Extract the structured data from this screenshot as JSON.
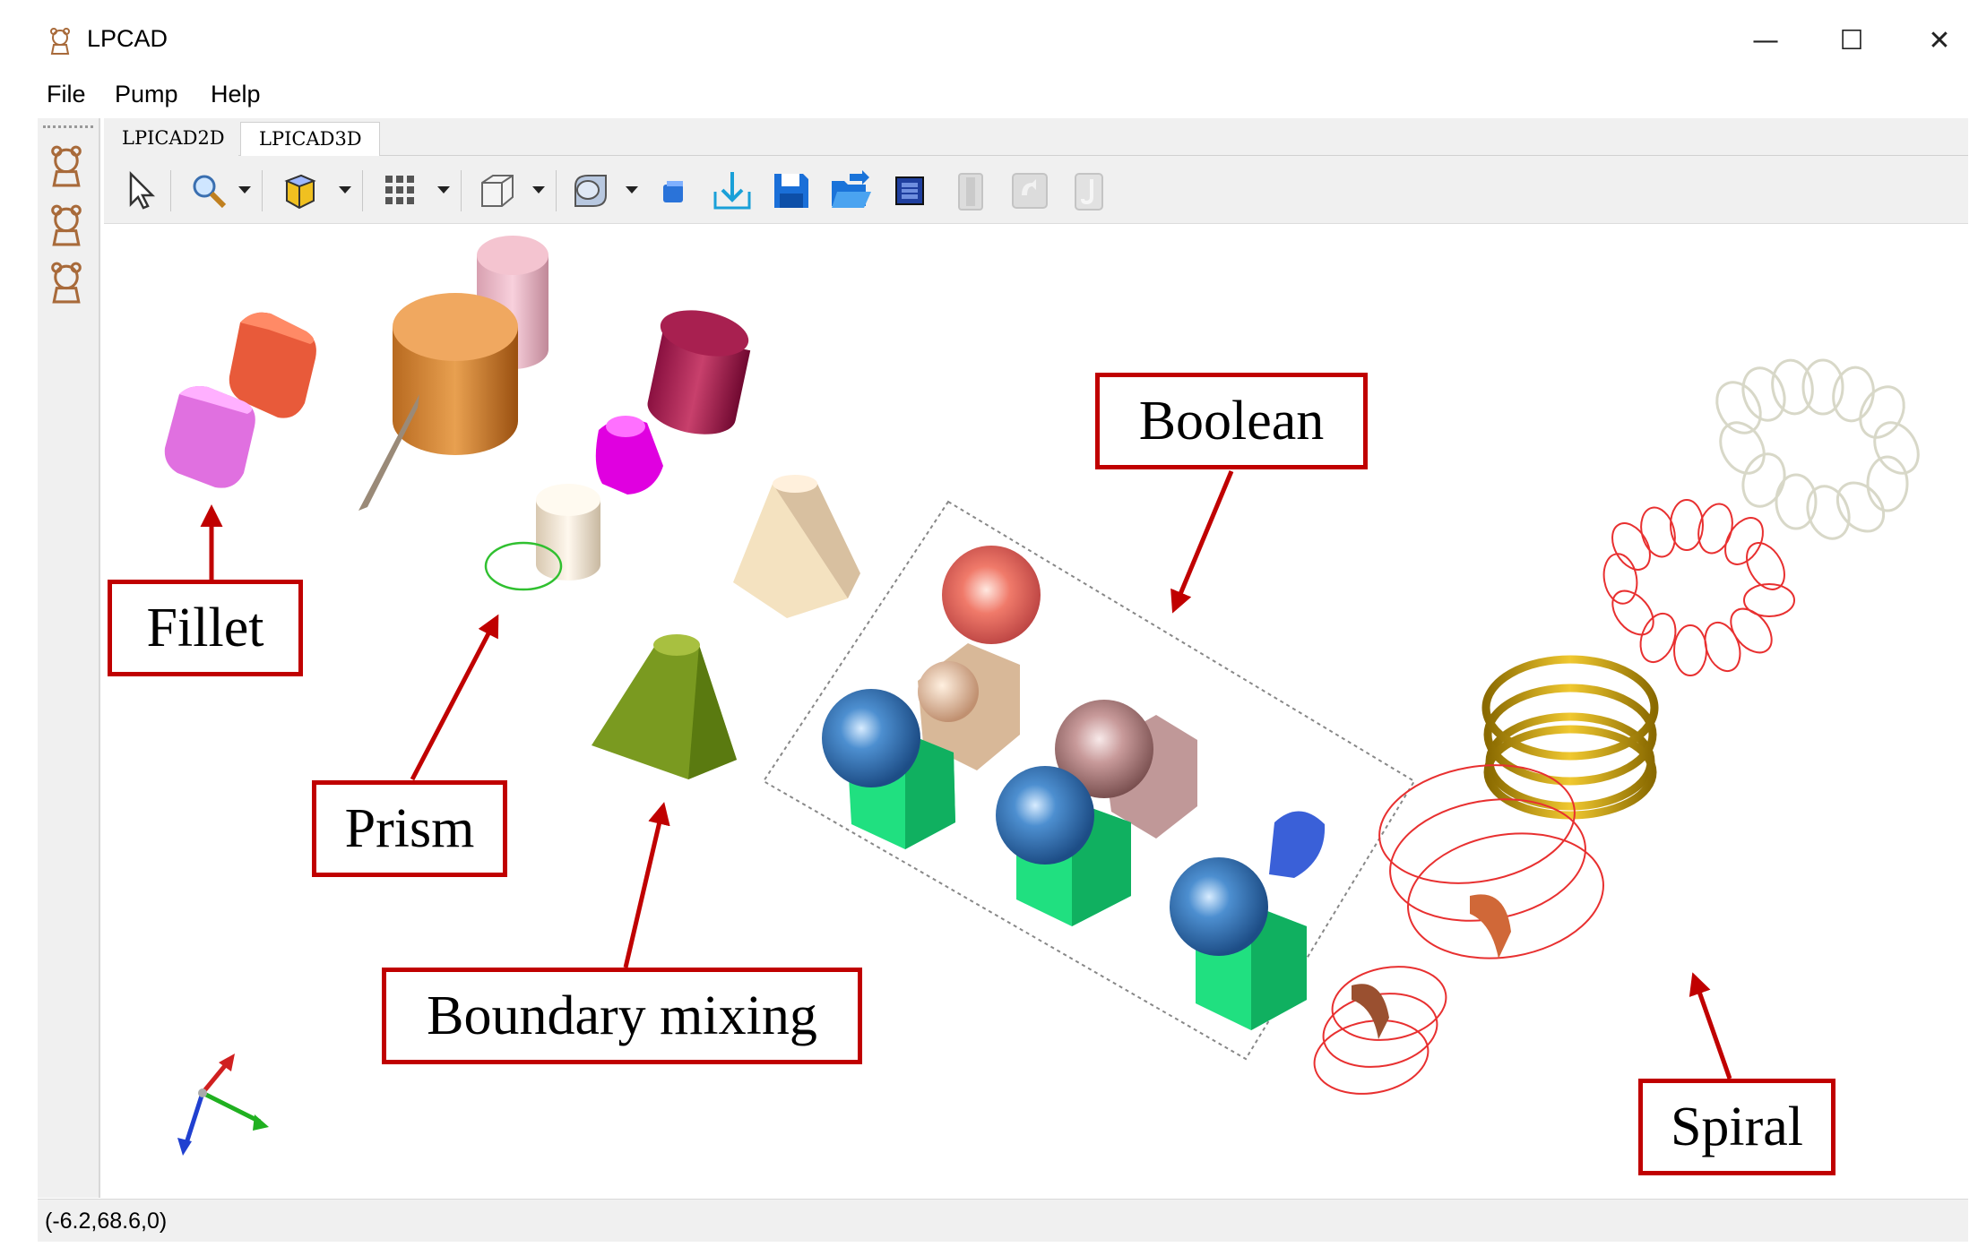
{
  "window": {
    "title": "LPCAD",
    "icon": "bear-app-icon",
    "controls": [
      "minimize",
      "maximize",
      "close"
    ]
  },
  "menu": {
    "items": [
      {
        "label": "File"
      },
      {
        "label": "Pump"
      },
      {
        "label": "Help"
      }
    ]
  },
  "tabs": [
    {
      "label": "LPICAD2D",
      "active": false
    },
    {
      "label": "LPICAD3D",
      "active": true
    }
  ],
  "toolbar": {
    "tools": [
      "select-cursor-icon",
      "zoom-icon",
      "shade-mode-icon",
      "grid-icon",
      "view-cube-icon",
      "shape-icon",
      "small-box-icon",
      "import-icon",
      "save-icon",
      "open-folder-icon",
      "fit-window-icon",
      "disabled-tool-1-icon",
      "disabled-tool-2-icon",
      "disabled-tool-3-icon"
    ]
  },
  "annotations": [
    {
      "label": "Fillet"
    },
    {
      "label": "Prism"
    },
    {
      "label": "Boundary mixing"
    },
    {
      "label": "Boolean"
    },
    {
      "label": "Spiral"
    }
  ],
  "status": {
    "coordinates": "(-6.2,68.6,0)"
  },
  "colors": {
    "annotation_border": "#c00000",
    "arrow": "#c00000",
    "panel_bg": "#f0f0f0"
  }
}
